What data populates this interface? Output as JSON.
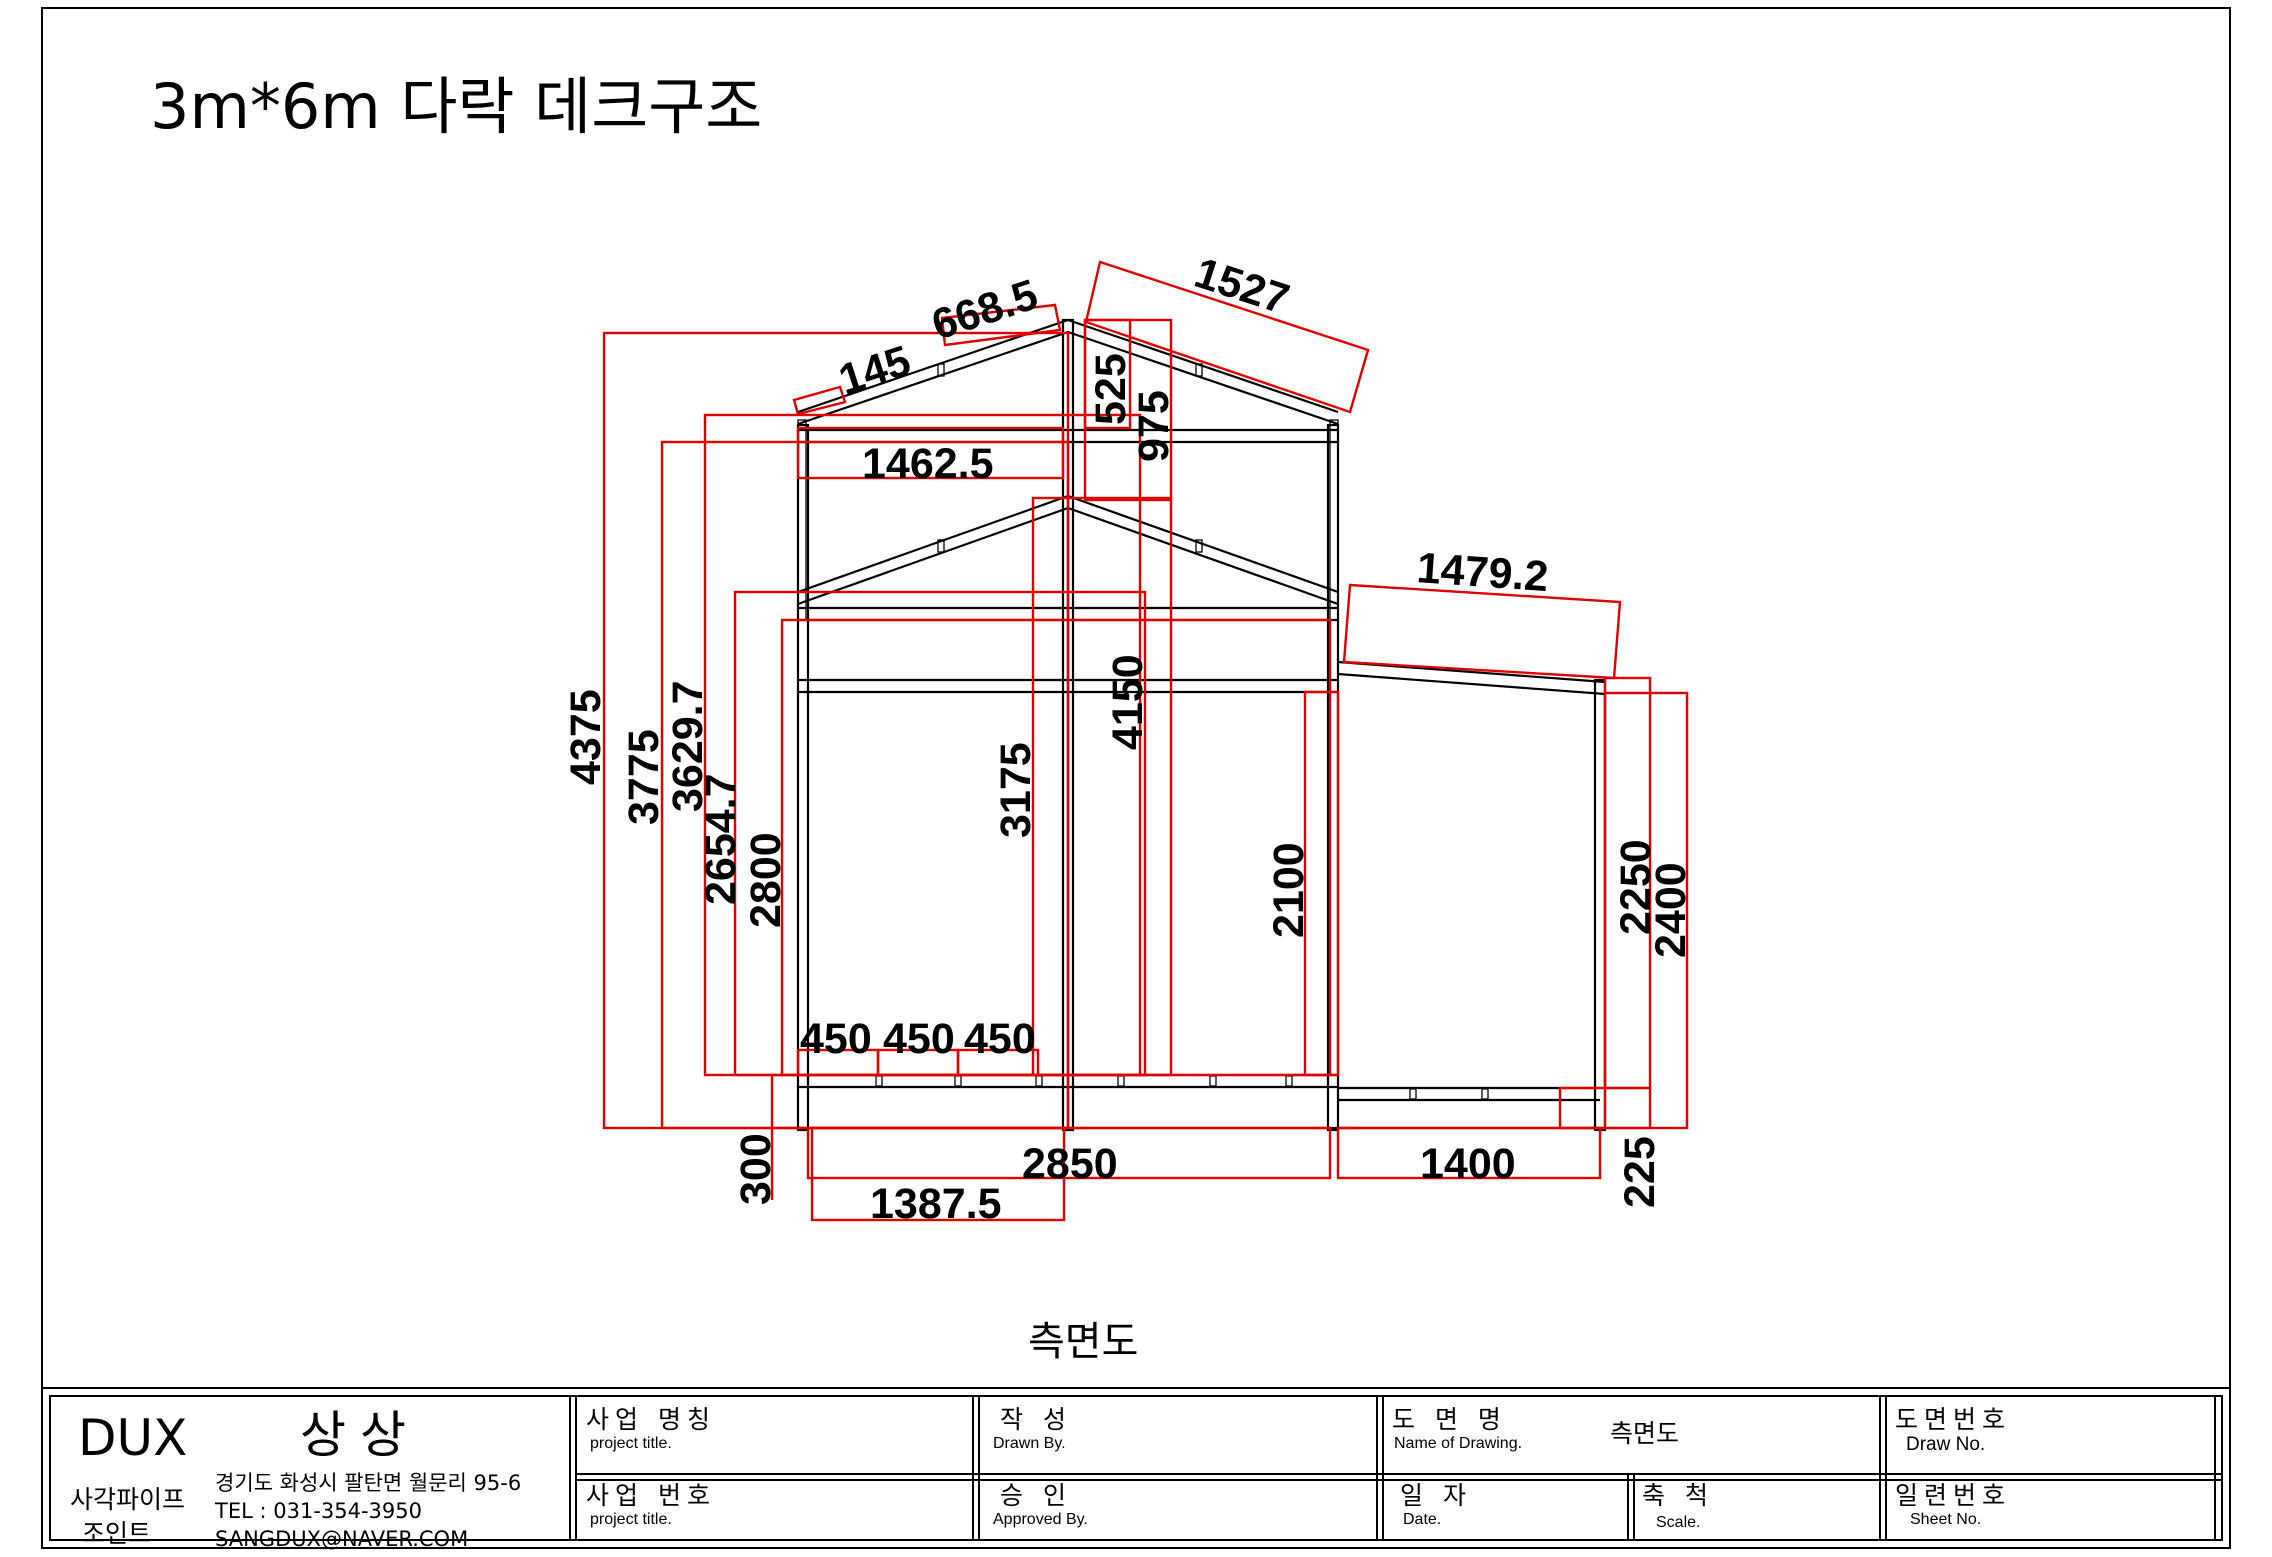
{
  "title": "3m*6m 다락  데크구조",
  "view_label": "측면도",
  "dimensions": {
    "d145": "145",
    "d668_5": "668.5",
    "d1527": "1527",
    "d525": "525",
    "d975": "975",
    "d1462_5": "1462.5",
    "d1479_2": "1479.2",
    "d4375": "4375",
    "d3775": "3775",
    "d3629_7": "3629.7",
    "d2654_7": "2654.7",
    "d2800": "2800",
    "d3175": "3175",
    "d4150": "4150",
    "d2100": "2100",
    "d2250": "2250",
    "d2400": "2400",
    "d450a": "450",
    "d450b": "450",
    "d450c": "450",
    "d300": "300",
    "d2850": "2850",
    "d1387_5": "1387.5",
    "d1400": "1400",
    "d225": "225"
  },
  "title_block": {
    "company": "DUX",
    "company_korean": "상상",
    "product_line1": "사각파이프",
    "product_line2": "조인트",
    "address": "경기도 화성시 팔탄면 월문리 95-6",
    "tel": "TEL : 031-354-3950",
    "email": "SANGDUX@NAVER.COM",
    "project_name_label": "사업 명칭",
    "project_name_sub": "project title.",
    "project_no_label": "사업 번호",
    "project_no_sub": "project title.",
    "drawn_label": "작  성",
    "drawn_sub": "Drawn By.",
    "approved_label": "승  인",
    "approved_sub": "Approved By.",
    "drawing_name_label": "도 면 명",
    "drawing_name_sub": "Name of Drawing.",
    "drawing_name_value": "측면도",
    "date_label": "일 자",
    "date_sub": "Date.",
    "scale_label": "축 척",
    "scale_sub": "Scale.",
    "draw_no_label": "도면번호",
    "draw_no_sub": "Draw No.",
    "sheet_no_label": "일련번호",
    "sheet_no_sub": "Sheet No."
  }
}
